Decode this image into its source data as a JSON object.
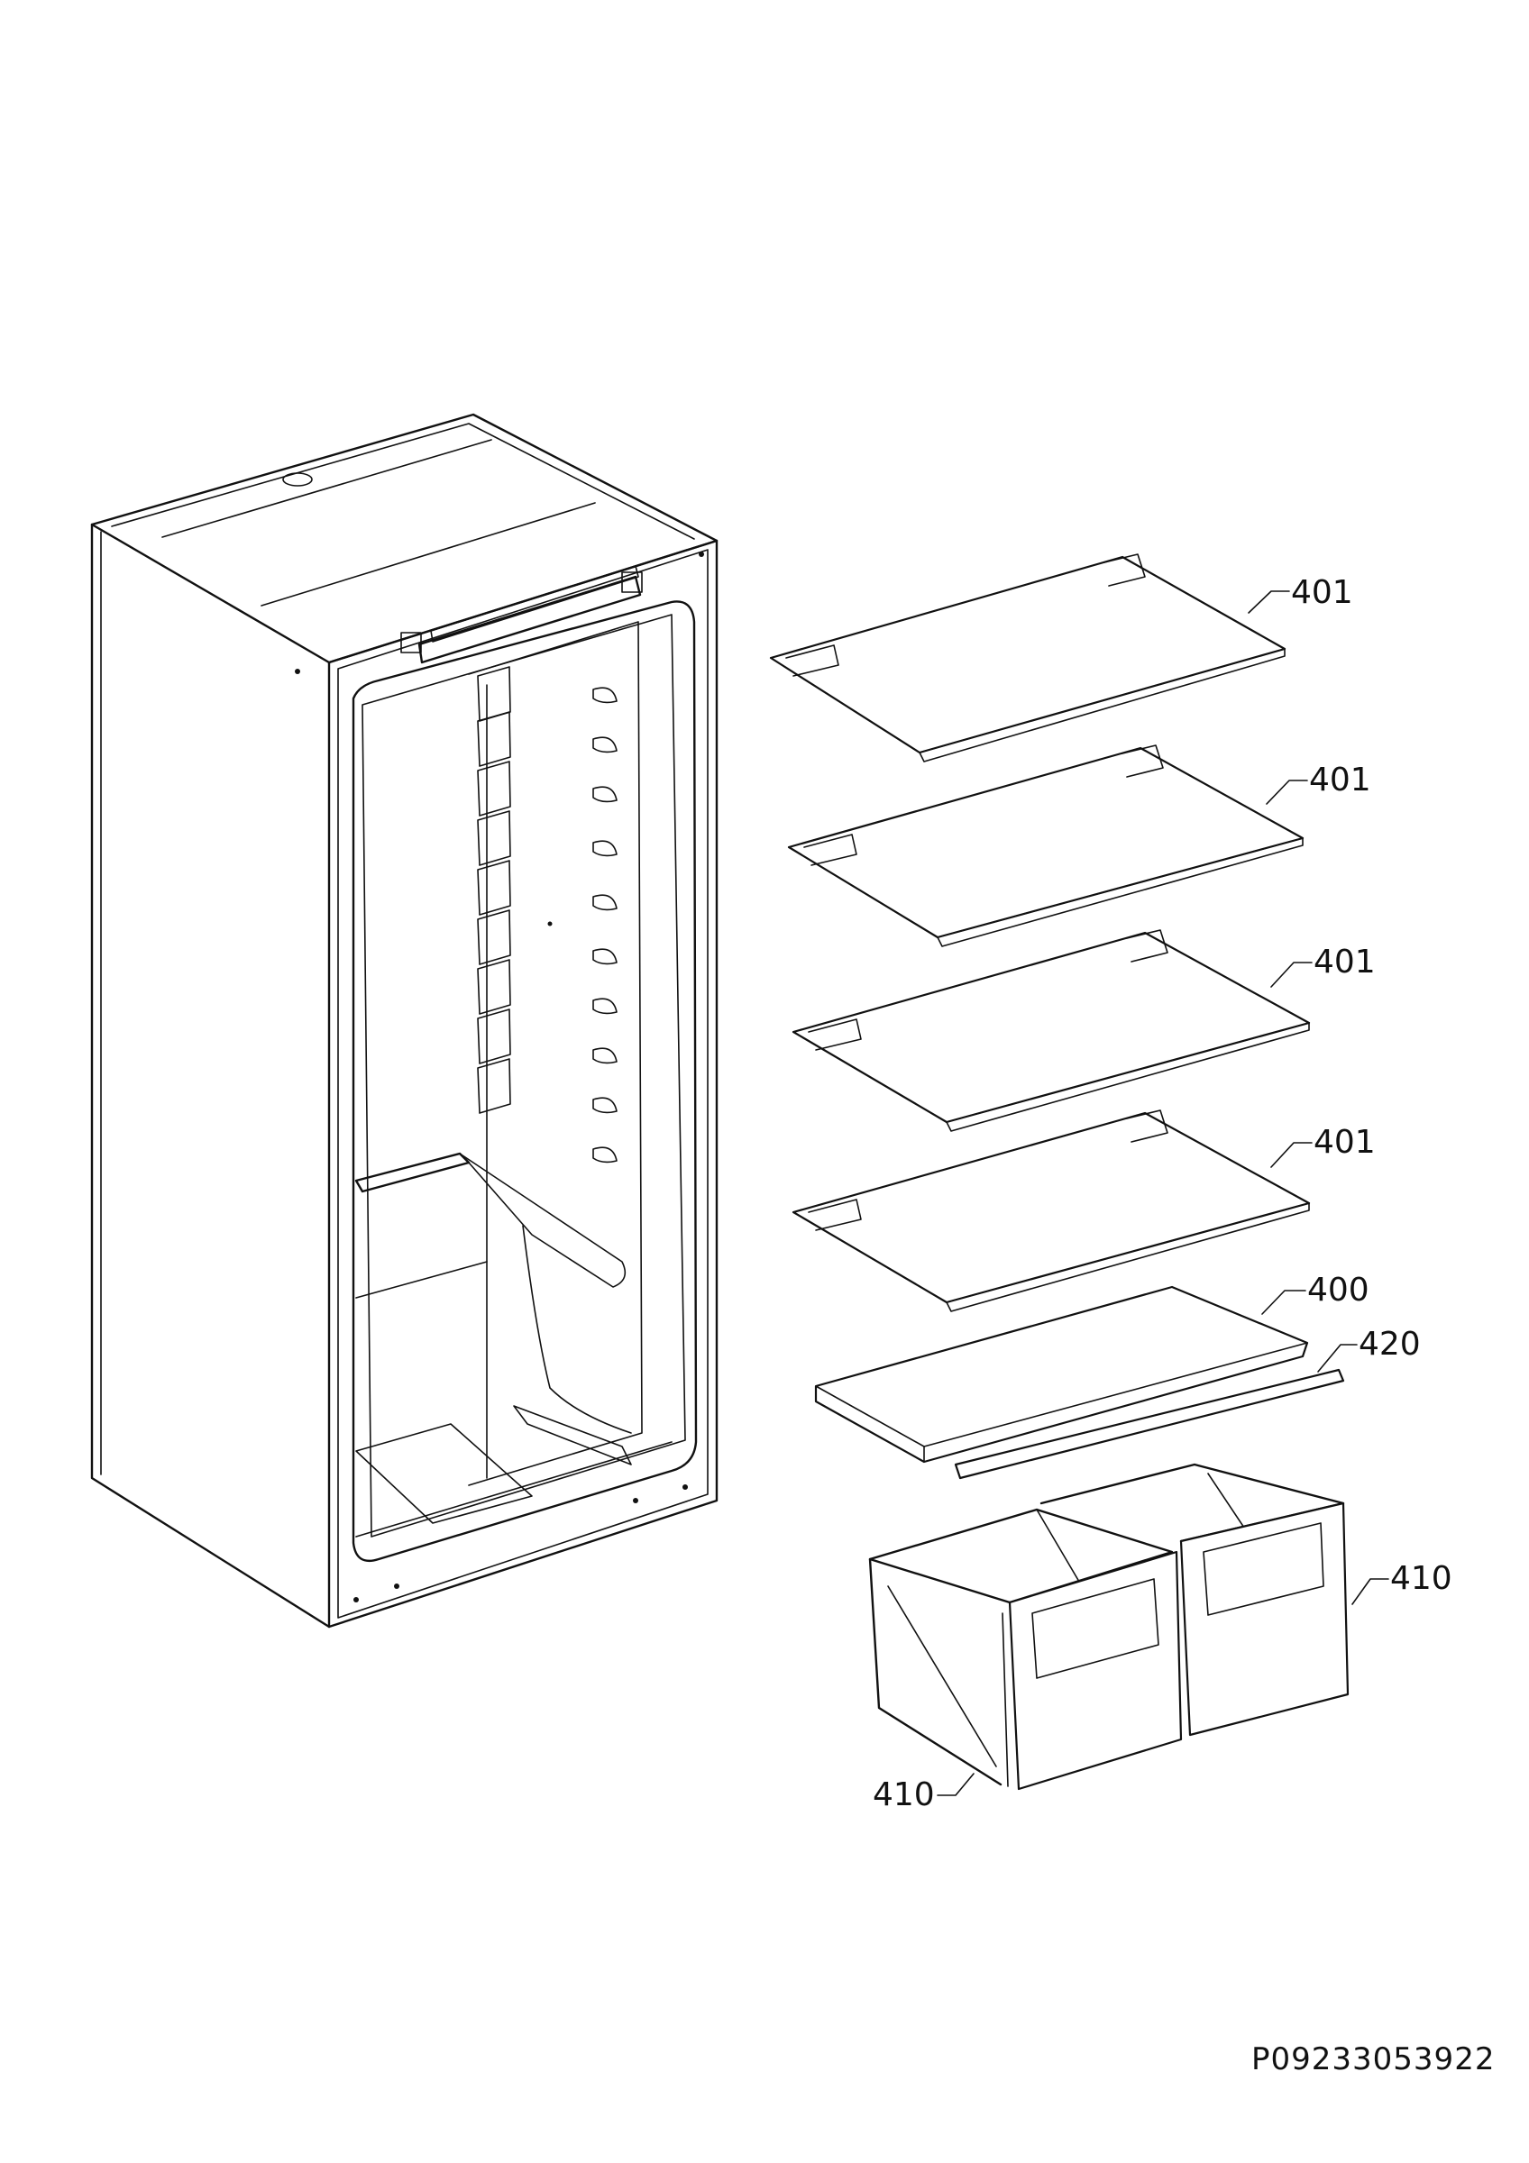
{
  "callouts": [
    {
      "id": "shelf-1",
      "label": "401"
    },
    {
      "id": "shelf-2",
      "label": "401"
    },
    {
      "id": "shelf-3",
      "label": "401"
    },
    {
      "id": "shelf-4",
      "label": "401"
    },
    {
      "id": "shelf-cover",
      "label": "400"
    },
    {
      "id": "shelf-trim",
      "label": "420"
    },
    {
      "id": "drawer-right",
      "label": "410"
    },
    {
      "id": "drawer-left",
      "label": "410"
    }
  ],
  "document_id": "P09233053922"
}
